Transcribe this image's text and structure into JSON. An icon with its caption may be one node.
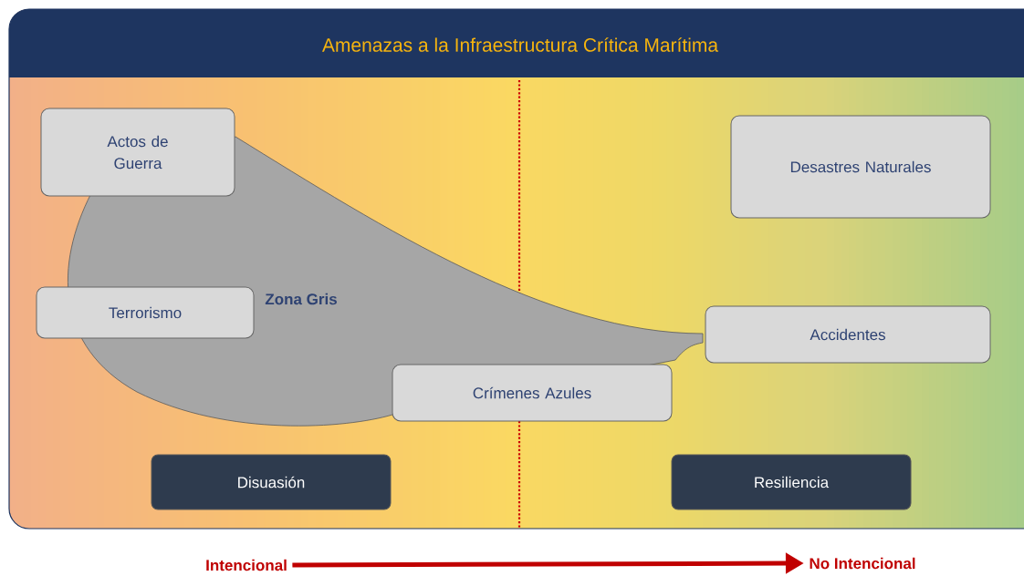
{
  "diagram": {
    "title": "Amenazas a la Infraestructura Crítica Marítima",
    "nodes": [
      {
        "text": [
          "Zona Gris"
        ]
      },
      {
        "text": [
          "Actos de Guerra"
        ]
      },
      {
        "text": [
          "Desastres Naturales"
        ]
      },
      {
        "text": [
          "Terrorismo"
        ]
      },
      {
        "text": [
          "Accidentes"
        ]
      },
      {
        "text": [
          "Crímenes Azules"
        ]
      },
      {
        "text": [
          "Disuasión"
        ]
      },
      {
        "text": [
          "Resiliencia"
        ]
      },
      {
        "text": [
          "Intencional"
        ]
      },
      {
        "text": [
          "No Intencional"
        ]
      }
    ],
    "edges": [
      {
        "from": 8,
        "to": 9,
        "arrow": "to",
        "color": "#c00000"
      }
    ]
  }
}
